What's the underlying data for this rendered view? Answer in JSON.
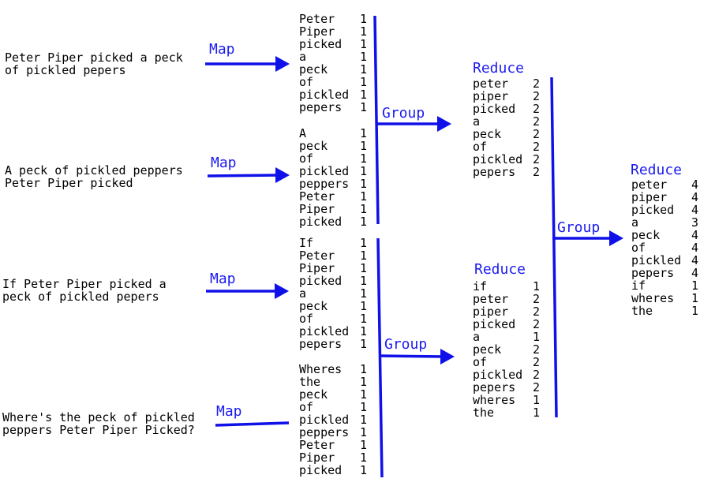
{
  "inputs": [
    {
      "lines": [
        "Peter Piper picked a peck",
        "of pickled pepers"
      ]
    },
    {
      "lines": [
        "A peck of pickled peppers",
        "Peter Piper picked"
      ]
    },
    {
      "lines": [
        "If Peter Piper picked a",
        "peck of pickled pepers"
      ]
    },
    {
      "lines": [
        "Where's the peck of pickled",
        "peppers Peter Piper Picked?"
      ]
    }
  ],
  "map_label": "Map",
  "group_label": "Group",
  "reduce_label": "Reduce",
  "map_outputs": [
    [
      [
        "Peter",
        "1"
      ],
      [
        "Piper",
        "1"
      ],
      [
        "picked",
        "1"
      ],
      [
        "a",
        "1"
      ],
      [
        "peck",
        "1"
      ],
      [
        "of",
        "1"
      ],
      [
        "pickled",
        "1"
      ],
      [
        "pepers",
        "1"
      ]
    ],
    [
      [
        "A",
        "1"
      ],
      [
        "peck",
        "1"
      ],
      [
        "of",
        "1"
      ],
      [
        "pickled",
        "1"
      ],
      [
        "peppers",
        "1"
      ],
      [
        "Peter",
        "1"
      ],
      [
        "Piper",
        "1"
      ],
      [
        "picked",
        "1"
      ]
    ],
    [
      [
        "If",
        "1"
      ],
      [
        "Peter",
        "1"
      ],
      [
        "Piper",
        "1"
      ],
      [
        "picked",
        "1"
      ],
      [
        "a",
        "1"
      ],
      [
        "peck",
        "1"
      ],
      [
        "of",
        "1"
      ],
      [
        "pickled",
        "1"
      ],
      [
        "pepers",
        "1"
      ]
    ],
    [
      [
        "Wheres",
        "1"
      ],
      [
        "the",
        "1"
      ],
      [
        "peck",
        "1"
      ],
      [
        "of",
        "1"
      ],
      [
        "pickled",
        "1"
      ],
      [
        "peppers",
        "1"
      ],
      [
        "Peter",
        "1"
      ],
      [
        "Piper",
        "1"
      ],
      [
        "picked",
        "1"
      ]
    ]
  ],
  "reduce_outputs": [
    [
      [
        "peter",
        "2"
      ],
      [
        "piper",
        "2"
      ],
      [
        "picked",
        "2"
      ],
      [
        "a",
        "2"
      ],
      [
        "peck",
        "2"
      ],
      [
        "of",
        "2"
      ],
      [
        "pickled",
        "2"
      ],
      [
        "pepers",
        "2"
      ]
    ],
    [
      [
        "if",
        "1"
      ],
      [
        "peter",
        "2"
      ],
      [
        "piper",
        "2"
      ],
      [
        "picked",
        "2"
      ],
      [
        "a",
        "1"
      ],
      [
        "peck",
        "2"
      ],
      [
        "of",
        "2"
      ],
      [
        "pickled",
        "2"
      ],
      [
        "pepers",
        "2"
      ],
      [
        "wheres",
        "1"
      ],
      [
        "the",
        "1"
      ]
    ],
    [
      [
        "peter",
        "4"
      ],
      [
        "piper",
        "4"
      ],
      [
        "picked",
        "4"
      ],
      [
        "a",
        "3"
      ],
      [
        "peck",
        "4"
      ],
      [
        "of",
        "4"
      ],
      [
        "pickled",
        "4"
      ],
      [
        "pepers",
        "4"
      ],
      [
        "if",
        "1"
      ],
      [
        "wheres",
        "1"
      ],
      [
        "the",
        "1"
      ]
    ]
  ]
}
